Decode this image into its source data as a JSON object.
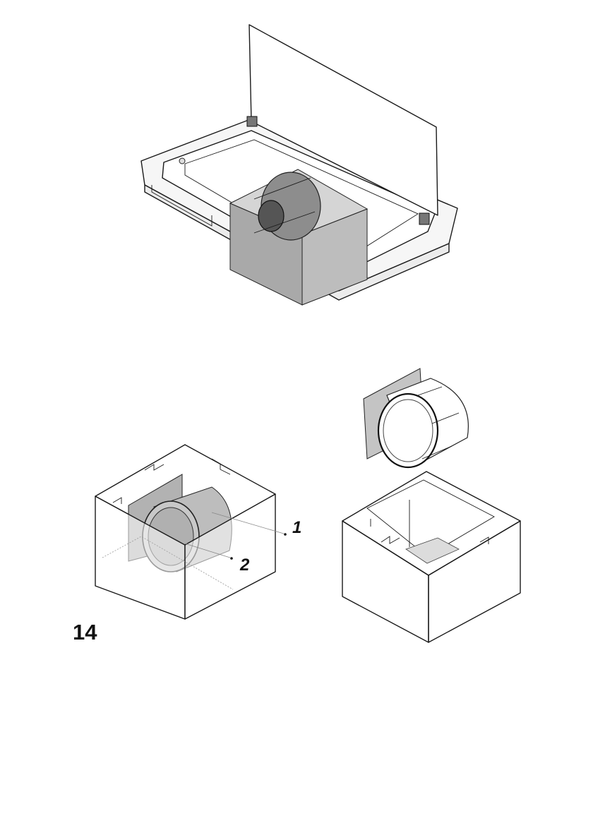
{
  "figure": {
    "number": "14"
  },
  "callouts": [
    {
      "id": "callout-1",
      "text": "1"
    },
    {
      "id": "callout-2",
      "text": "2"
    }
  ],
  "colors": {
    "line": "#1a1a1a",
    "shade": "#b9b9b9",
    "shade_dark": "#9a9a9a",
    "panel": "#d2d2d2",
    "background": "#ffffff"
  }
}
